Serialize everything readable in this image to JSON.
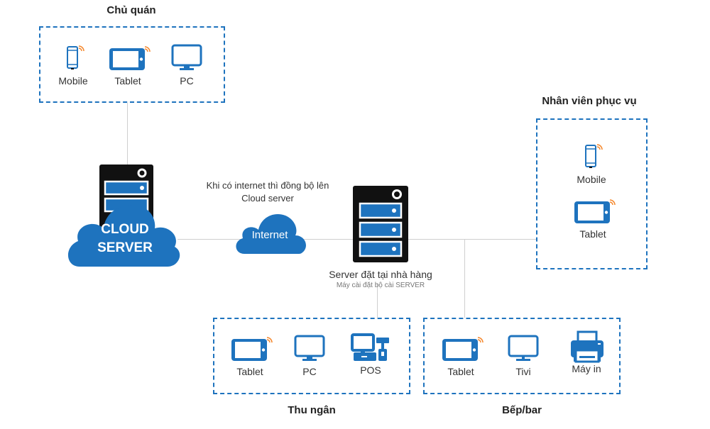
{
  "colors": {
    "accent": "#1e73be",
    "wifi": "#f5862a",
    "server_body": "#111111",
    "line": "#cfcfcf"
  },
  "groups": {
    "owner": {
      "title": "Chủ quán",
      "devices": [
        {
          "label": "Mobile",
          "icon": "mobile-icon"
        },
        {
          "label": "Tablet",
          "icon": "tablet-icon"
        },
        {
          "label": "PC",
          "icon": "pc-monitor-icon"
        }
      ]
    },
    "staff": {
      "title": "Nhân viên phục vụ",
      "devices": [
        {
          "label": "Mobile",
          "icon": "mobile-icon"
        },
        {
          "label": "Tablet",
          "icon": "tablet-icon"
        }
      ]
    },
    "cashier": {
      "title": "Thu ngân",
      "devices": [
        {
          "label": "Tablet",
          "icon": "tablet-icon"
        },
        {
          "label": "PC",
          "icon": "pc-monitor-icon"
        },
        {
          "label": "POS",
          "icon": "pos-terminal-icon"
        }
      ]
    },
    "kitchen": {
      "title": "Bếp/bar",
      "devices": [
        {
          "label": "Tablet",
          "icon": "tablet-icon"
        },
        {
          "label": "Tivi",
          "icon": "tv-monitor-icon"
        },
        {
          "label": "Máy in",
          "icon": "printer-icon"
        }
      ]
    }
  },
  "cloud_server": {
    "line1": "CLOUD",
    "line2": "SERVER"
  },
  "internet": {
    "label": "Internet",
    "note_line1": "Khi có internet thì đồng bộ lên",
    "note_line2": "Cloud server"
  },
  "local_server": {
    "title": "Server đặt tại nhà hàng",
    "subtitle": "Máy cài đặt bộ cài SERVER"
  }
}
